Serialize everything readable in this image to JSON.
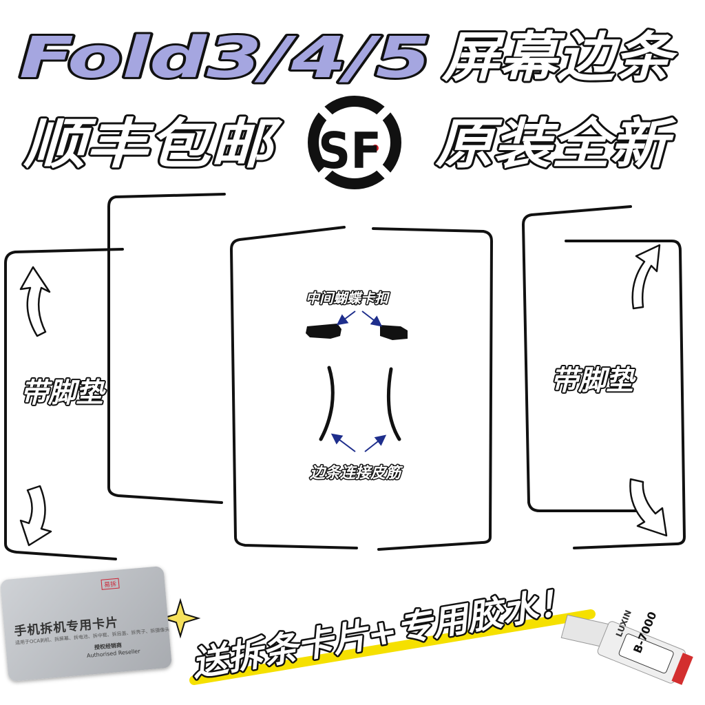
{
  "headline": {
    "model": "Fold3/4/5",
    "product": "屏幕边条",
    "shipping": "顺丰包邮",
    "condition": "原装全新"
  },
  "logo": {
    "text": "SF",
    "colors": {
      "ring": "#111111",
      "dot": "#d9202a"
    }
  },
  "labels": {
    "foot_pad_left": "带脚垫",
    "foot_pad_right": "带脚垫",
    "butterfly_clip": "中间蝴蝶卡扣",
    "connector_rubber": "边条连接皮筋"
  },
  "bonus": {
    "text": "送拆条卡片+专用胶水！"
  },
  "card": {
    "title": "手机拆机专用卡片",
    "subtitle": "适用于OCA剥机、拆屏幕、拆电池、拆中框、拆后盖、拆壳子、拆摄像头",
    "reseller_cn": "授权经销商",
    "reseller_en": "Authorised Reseller",
    "tag": "易拆"
  },
  "glue": {
    "label": "B-7000",
    "brand": "LUXIN"
  },
  "colors": {
    "title_fill": "#a5a6e0",
    "accent_yellow": "#f5e000",
    "arrow_blue": "#1e2e8c"
  }
}
